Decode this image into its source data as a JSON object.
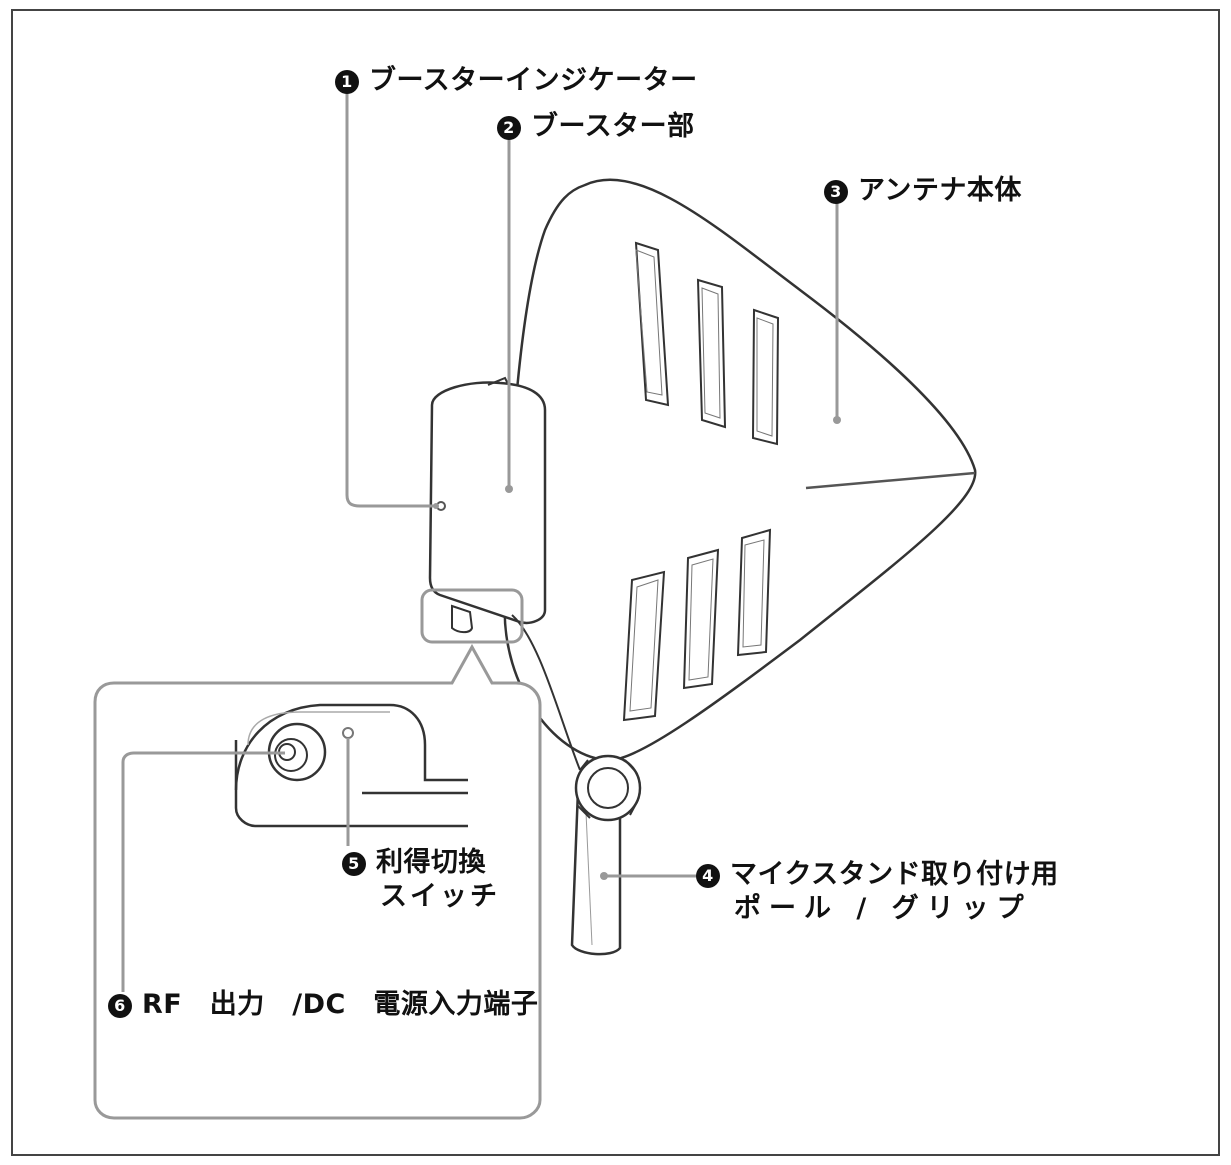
{
  "callouts": [
    {
      "id": "booster-indicator",
      "number": "1",
      "label": "ブースターインジケーター"
    },
    {
      "id": "booster-unit",
      "number": "2",
      "label": "ブースター部"
    },
    {
      "id": "antenna-body",
      "number": "3",
      "label": "アンテナ本体"
    },
    {
      "id": "mic-stand-pole",
      "number": "4",
      "label_line1": "マイクスタンド取り付け用",
      "label_line2": "ポール / グリップ"
    },
    {
      "id": "gain-switch",
      "number": "5",
      "label_line1": "利得切換",
      "label_line2": "スイッチ"
    },
    {
      "id": "rf-dc-terminal",
      "number": "6",
      "label": "RF　出力　/DC　電源入力端子"
    }
  ],
  "colors": {
    "line": "#333333",
    "leader": "#999999",
    "fill": "#ffffff",
    "dark": "#111111"
  }
}
